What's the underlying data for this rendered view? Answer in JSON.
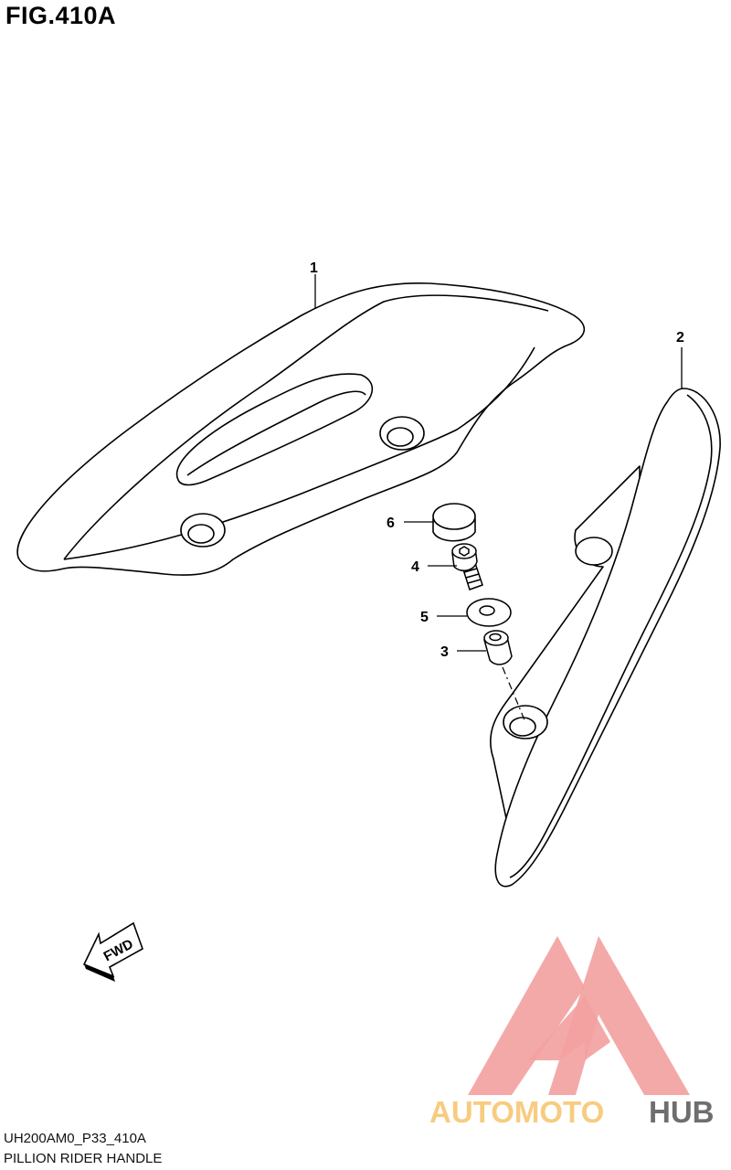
{
  "figure": {
    "title": "FIG.410A"
  },
  "callouts": [
    {
      "id": "1",
      "label": "1"
    },
    {
      "id": "2",
      "label": "2"
    },
    {
      "id": "3",
      "label": "3"
    },
    {
      "id": "4",
      "label": "4"
    },
    {
      "id": "5",
      "label": "5"
    },
    {
      "id": "6",
      "label": "6"
    }
  ],
  "fwd_arrow": {
    "label": "FWD"
  },
  "watermark": {
    "brand_part1": "AUTOMOTO",
    "brand_part2": "HUB",
    "color_primary": "#f08a8a",
    "color_secondary": "#f6c46a",
    "color_dark": "#6e6e6e"
  },
  "footer": {
    "code": "UH200AM0_P33_410A",
    "name": "PILLION RIDER HANDLE"
  }
}
